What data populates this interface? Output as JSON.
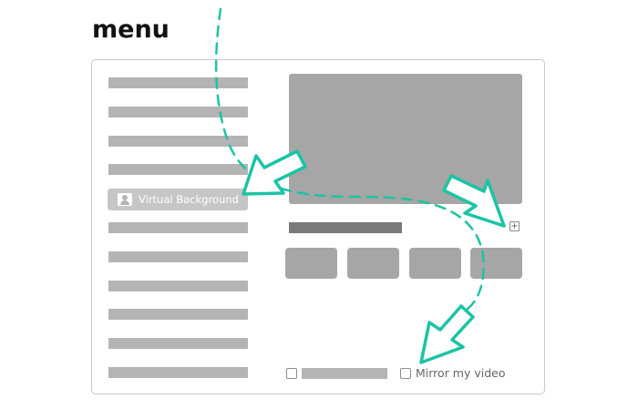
{
  "title": "menu",
  "virtual_background": {
    "label": "Virtual Background",
    "icon": "user-avatar-icon"
  },
  "add_button": {
    "glyph": "+",
    "icon": "plus-icon"
  },
  "mirror": {
    "label": "Mirror my video",
    "checked": false
  },
  "other_option": {
    "checked": false
  },
  "colors": {
    "accent_arrow": "#1cc3a4",
    "placeholder_bar": "#b4b4b4",
    "preview_fill": "#a6a6a6",
    "dark_bar": "#7a7a7a"
  }
}
